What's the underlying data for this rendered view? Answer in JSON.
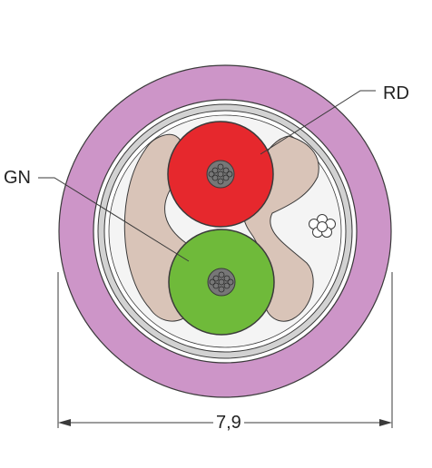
{
  "labels": {
    "red_conductor": "RD",
    "green_conductor": "GN",
    "outer_diameter": "7,9"
  },
  "colors": {
    "jacket": "#cd95c8",
    "shield": "#d2d2d2",
    "filler": "#d9c4b8",
    "red_insulation": "#e6282d",
    "green_insulation": "#6fba3a",
    "conductor": "#777777",
    "outline": "#3a3a3a"
  }
}
